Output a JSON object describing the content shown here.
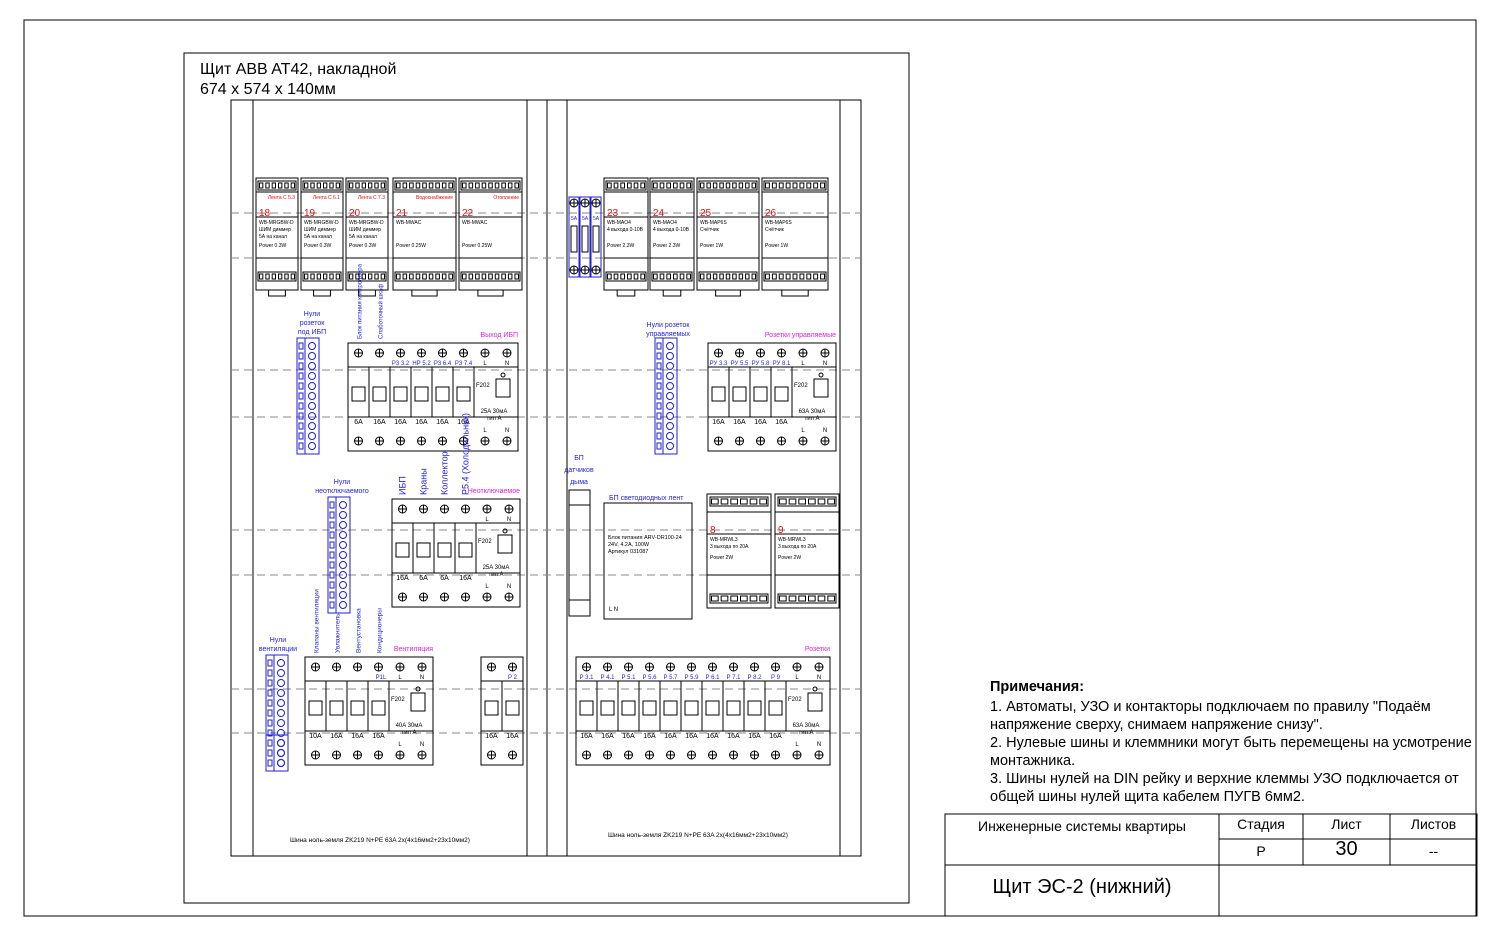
{
  "panel": {
    "title": "Щит ABB AT42, накладной",
    "size": "674 x 574 x 140мм"
  },
  "left_din_top": [
    {
      "num": "18",
      "top": "Лента С 5.3",
      "model": "WB-MRGBW-D",
      "desc1": "ШИМ диммер",
      "desc2": "5А на канал",
      "power": "Power 0.3W"
    },
    {
      "num": "19",
      "top": "Лента С 6.1",
      "model": "WB-MRGBW-D",
      "desc1": "ШИМ диммер",
      "desc2": "5А на канал",
      "power": "Power 0.3W"
    },
    {
      "num": "20",
      "top": "Лента С 7.3",
      "model": "WB-MRGBW-D",
      "desc1": "ШИМ диммер",
      "desc2": "5А на канал",
      "power": "Power 0.3W"
    },
    {
      "num": "21",
      "top": "Водоснабжение",
      "model": "WB-MWAC",
      "desc1": "",
      "desc2": "",
      "power": "Power 0.25W"
    },
    {
      "num": "22",
      "top": "Отопление",
      "model": "WB-MWAC",
      "desc1": "",
      "desc2": "",
      "power": "Power 0.25W"
    }
  ],
  "right_din_top": [
    {
      "num": "23",
      "model": "WB-MAO4",
      "desc1": "4 выхода 0-10В",
      "desc2": "",
      "power": "Power 2.3W"
    },
    {
      "num": "24",
      "model": "WB-MAO4",
      "desc1": "4 выхода 0-10В",
      "desc2": "",
      "power": "Power 2.3W"
    },
    {
      "num": "25",
      "model": "WB-MAP6S",
      "desc1": "Счётчик",
      "desc2": "",
      "power": "Power 1W"
    },
    {
      "num": "26",
      "model": "WB-MAP6S",
      "desc1": "Счётчик",
      "desc2": "",
      "power": "Power 1W"
    }
  ],
  "fuses_small": [
    "5A",
    "5A",
    "5A"
  ],
  "group_ups": {
    "title": "Выход ИБП",
    "neutral_label": [
      "Нули",
      "розеток",
      "под ИБП"
    ],
    "vertical_labels": [
      "Блок питания контроллера",
      "Слаботочный шкаф"
    ],
    "lines": [
      "Р3 3.2",
      "НР 5.2",
      "Р3 6.4",
      "Р3 7.4"
    ],
    "ratings": [
      "6А",
      "16А",
      "16А",
      "16А",
      "16А",
      "16А"
    ],
    "rcd": "F202",
    "rcd_rating": "25A 30мА",
    "rcd_type": "тип А",
    "ln": [
      "L",
      "N"
    ]
  },
  "group_controlled": {
    "title": "Розетки управляемые",
    "neutral_label": [
      "Нули розеток",
      "управляемых"
    ],
    "lines": [
      "РУ 3.3",
      "РУ 5.5",
      "РУ 5.8",
      "РУ 8.1"
    ],
    "ratings": [
      "16А",
      "16А",
      "16А",
      "16А"
    ],
    "rcd": "F202",
    "rcd_rating": "63A 30мА",
    "rcd_type": "тип А",
    "ln": [
      "L",
      "N"
    ]
  },
  "group_unswitched": {
    "title": "Неотключаемое",
    "neutral_label": [
      "Нули",
      "неотключаемого"
    ],
    "vertical_labels": [
      "ИБП",
      "Краны",
      "Коллектор",
      "Р5.4 (Холодильник)"
    ],
    "ratings": [
      "16А",
      "6А",
      "6А",
      "16А"
    ],
    "rcd": "F202",
    "rcd_rating": "25A 30мА",
    "rcd_type": "тип А",
    "ln": [
      "L",
      "N"
    ]
  },
  "group_vent": {
    "title": "Вентиляция",
    "neutral_label": [
      "Нули",
      "вентиляции"
    ],
    "vertical_labels": [
      "Клапаны вентиляции",
      "Увлажнитель",
      "Вентустановка",
      "Кондиционеры"
    ],
    "ratings": [
      "10А",
      "16А",
      "16А",
      "16А"
    ],
    "line_mark": "Р1L",
    "rcd": "F202",
    "rcd_rating": "40A 30мА",
    "rcd_type": "тип А",
    "ln": [
      "L",
      "N"
    ]
  },
  "group_p2": {
    "line": "Р 2",
    "ratings": [
      "16А",
      "16А"
    ]
  },
  "group_sockets": {
    "title": "Розетки",
    "lines": [
      "Р 3.1",
      "Р 4.1",
      "Р 5.1",
      "Р 5.6",
      "Р 5.7",
      "Р 5.9",
      "Р 6.1",
      "Р 7.1",
      "Р 8.2",
      "Р 9"
    ],
    "ratings": [
      "16А",
      "16А",
      "16А",
      "16А",
      "16А",
      "16А",
      "16А",
      "16А",
      "16А",
      "16А"
    ],
    "rcd": "F202",
    "rcd_rating": "63A 30мА",
    "rcd_type": "тип А",
    "ln": [
      "L",
      "N"
    ]
  },
  "smoke_psu": {
    "label": [
      "БП",
      "датчиков",
      "дыма"
    ]
  },
  "led_psu": {
    "header": "БП светодиодных лент",
    "line1": "Блок питания ARV-DR100-24",
    "line2": "24V, 4.2A, 100W",
    "line3": "Артикул 031087",
    "ln": "L   N"
  },
  "relays": [
    {
      "num": "8",
      "model": "WB-MRWL3",
      "desc": "3 выхода по 20А",
      "power": "Power 2W"
    },
    {
      "num": "9",
      "model": "WB-MRWL3",
      "desc": "3 выхода по 20А",
      "power": "Power 2W"
    }
  ],
  "bus_left": "Шина ноль-земля ZK219 N+PE 63A 2x(4x16мм2+23x10мм2)",
  "bus_right": "Шина ноль-земля ZK219 N+PE 63A 2x(4x16мм2+23x10мм2)",
  "notes": {
    "title": "Примечания:",
    "items": [
      "1.  Автоматы, УЗО и контакторы подключаем по правилу \"Подаём напряжение сверху, снимаем напряжение снизу\".",
      "2.  Нулевые шины и клеммники могут быть перемещены на усмотрение монтажника.",
      "3.  Шины нулей на DIN рейку и верхние клеммы УЗО подключается от общей шины нулей щита кабелем ПУГВ 6мм2."
    ]
  },
  "title_block": {
    "project": "Инженерные системы квартиры",
    "stage_label": "Стадия",
    "sheet_label": "Лист",
    "sheets_label": "Листов",
    "stage": "Р",
    "sheet": "30",
    "sheets": "--",
    "name": "Щит ЭС-2 (нижний)"
  },
  "colors": {
    "line": "#000000",
    "blue": "#1f1fd6",
    "red": "#e01010",
    "magenta": "#e020e0",
    "gray": "#999999"
  }
}
